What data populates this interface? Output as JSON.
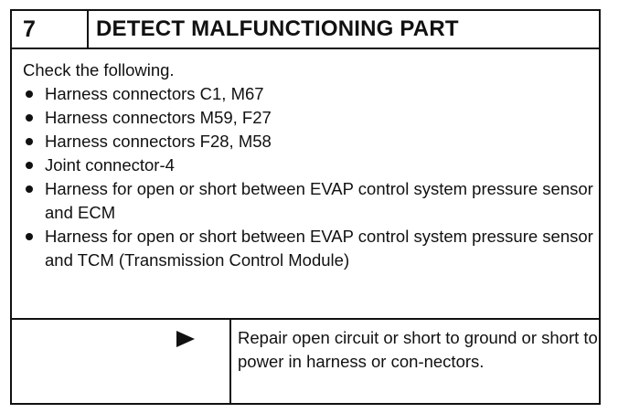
{
  "header": {
    "step_number": "7",
    "title": "DETECT MALFUNCTIONING PART"
  },
  "body": {
    "intro": "Check the following.",
    "items": [
      "Harness connectors C1, M67",
      "Harness connectors M59, F27",
      "Harness connectors F28, M58",
      "Joint connector-4",
      "Harness for open or short between EVAP control system pressure sensor and ECM",
      "Harness for open or short between EVAP control system pressure sensor and TCM (Transmission Control Module)"
    ]
  },
  "footer": {
    "arrow_icon": "right-arrow-icon",
    "result_text": "Repair open circuit or short to ground or short to power in harness or con-nectors."
  }
}
